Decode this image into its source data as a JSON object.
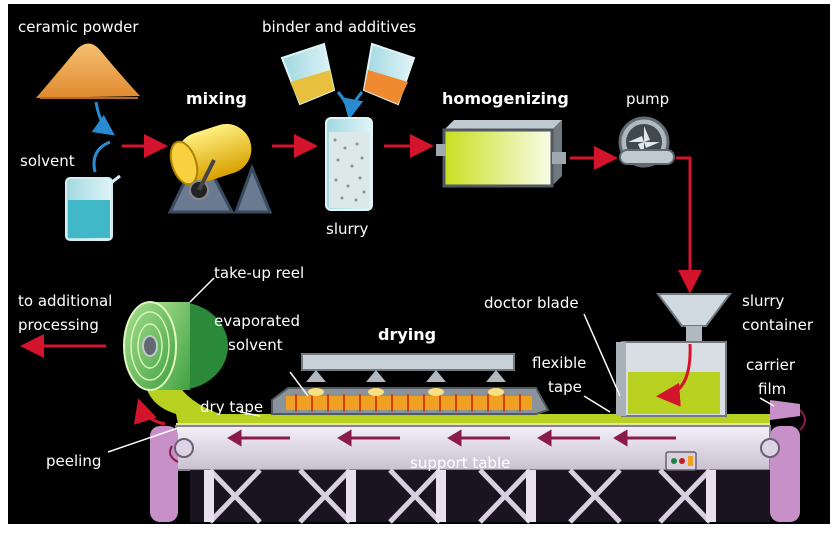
{
  "labels": {
    "ceramic_powder": "ceramic powder",
    "binder_additives": "binder and additives",
    "mixing": "mixing",
    "homogenizing": "homogenizing",
    "pump": "pump",
    "solvent": "solvent",
    "slurry": "slurry",
    "take_up_reel": "take-up reel",
    "to_additional": "to additional",
    "processing": "processing",
    "evaporated": "evaporated",
    "evaporated_solvent": "solvent",
    "drying": "drying",
    "doctor_blade": "doctor blade",
    "slurry_container_1": "slurry",
    "slurry_container_2": "container",
    "flexible": "flexible",
    "tape": "tape",
    "carrier": "carrier",
    "film": "film",
    "dry_tape": "dry tape",
    "peeling": "peeling",
    "support_table": "support table"
  },
  "colors": {
    "background": "#000000",
    "flow_arrow": "#d4142c",
    "belt_arrow": "#8a1a4a",
    "label": "#ffffff",
    "slurry_green": "#b8d020",
    "powder": "#f0a040",
    "roller": "#f0c020",
    "table": "#e8e0ec",
    "belt": "#c890c8"
  }
}
